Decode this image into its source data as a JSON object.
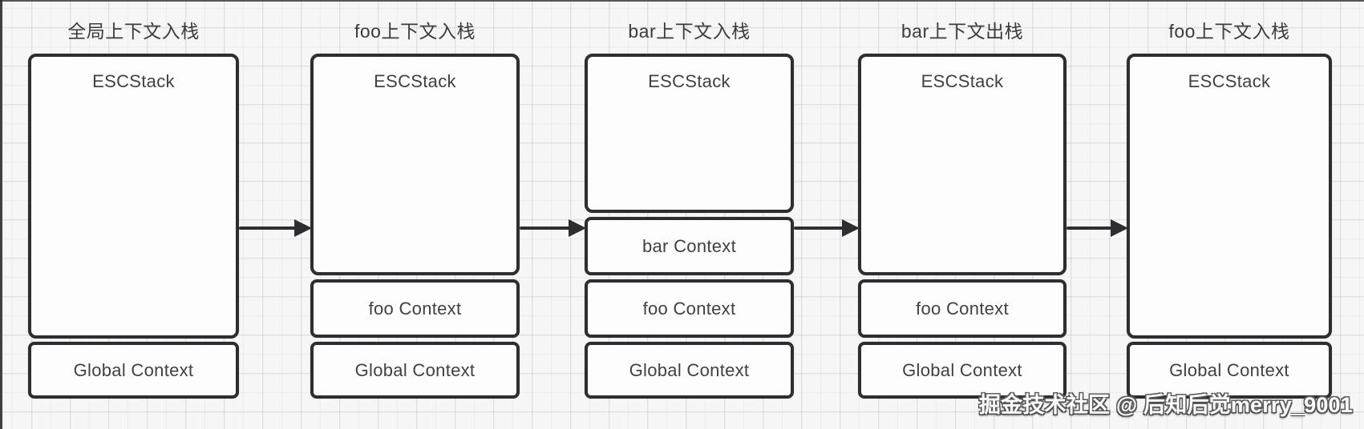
{
  "diagram": {
    "background_color": "#f6f6f7",
    "line_color": "#2e2e30",
    "text_color": "#3c3c3e",
    "panels": [
      {
        "title": "全局上下文入栈",
        "stack_label": "ESCStack",
        "contexts": [
          "Global Context"
        ]
      },
      {
        "title": "foo上下文入栈",
        "stack_label": "ESCStack",
        "contexts": [
          "foo Context",
          "Global Context"
        ]
      },
      {
        "title": "bar上下文入栈",
        "stack_label": "ESCStack",
        "contexts": [
          "bar Context",
          "foo Context",
          "Global Context"
        ]
      },
      {
        "title": "bar上下文出栈",
        "stack_label": "ESCStack",
        "contexts": [
          "foo Context",
          "Global Context"
        ]
      },
      {
        "title": "foo上下文入栈",
        "stack_label": "ESCStack",
        "contexts": [
          "Global Context"
        ]
      }
    ],
    "watermark": "掘金技术社区 @ 后知后觉merry_9001"
  }
}
